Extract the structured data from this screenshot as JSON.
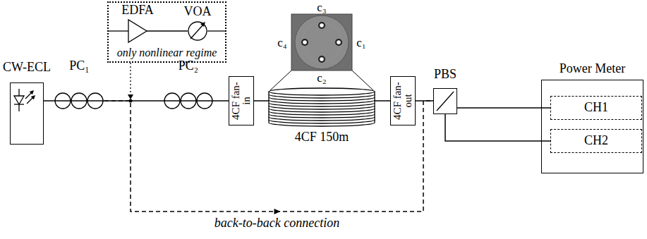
{
  "diagram": {
    "nodes": [
      {
        "text": [
          "CW-ECL"
        ]
      },
      {
        "text": [
          "PC₁"
        ]
      },
      {
        "text": [
          "only nonlinear regime"
        ]
      },
      {
        "text": [
          "EDFA"
        ],
        "in": 2
      },
      {
        "text": [
          "VOA"
        ],
        "in": 2
      },
      {
        "text": [
          "PC₂"
        ]
      },
      {
        "text": [
          "4CF fan-in"
        ]
      },
      {
        "text": [
          "4CF 150m"
        ]
      },
      {
        "text": [
          "4CF fan-out"
        ]
      },
      {
        "text": [
          "PBS"
        ]
      },
      {
        "text": [
          "Power Meter"
        ]
      },
      {
        "text": [
          "CH1"
        ],
        "in": 10
      },
      {
        "text": [
          "CH2"
        ],
        "in": 10
      }
    ],
    "edges": [
      {
        "from": 0,
        "to": 1,
        "arrow": "none"
      },
      {
        "from": 1,
        "to": 5,
        "arrow": "none"
      },
      {
        "from": 5,
        "to": 6,
        "arrow": "none"
      },
      {
        "from": 6,
        "to": 7,
        "arrow": "none"
      },
      {
        "from": 7,
        "to": 8,
        "arrow": "none"
      },
      {
        "from": 8,
        "to": 9,
        "arrow": "none"
      },
      {
        "from": 9,
        "to": 11,
        "arrow": "none"
      },
      {
        "from": 9,
        "to": 12,
        "arrow": "none"
      },
      {
        "from": 3,
        "to": 4,
        "arrow": "none"
      },
      {
        "from": 1,
        "to": 9,
        "arrow": "to",
        "label": "back-to-back connection"
      }
    ],
    "labels": [
      "c₃",
      "c₄",
      "c₁",
      "c₂"
    ]
  }
}
